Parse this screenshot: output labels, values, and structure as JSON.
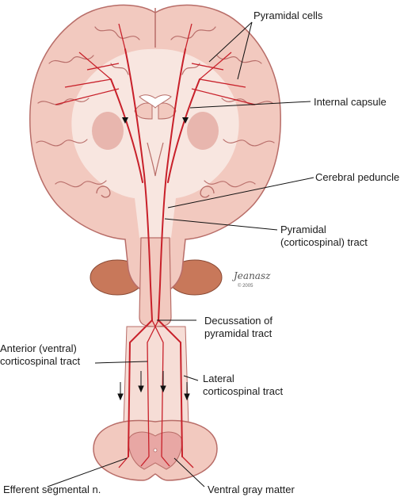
{
  "labels": {
    "pyramidal_cells": "Pyramidal cells",
    "internal_capsule": "Internal capsule",
    "cerebral_peduncle": "Cerebral peduncle",
    "pyramidal_tract_line1": "Pyramidal",
    "pyramidal_tract_line2": "(corticospinal) tract",
    "decussation_line1": "Decussation of",
    "decussation_line2": "pyramidal tract",
    "anterior_line1": "Anterior (ventral)",
    "anterior_line2": "corticospinal tract",
    "lateral_line1": "Lateral",
    "lateral_line2": "corticospinal tract",
    "efferent": "Efferent segmental n.",
    "ventral_gray": "Ventral gray matter"
  },
  "signature": {
    "name": "Jeanasz",
    "year": "© 2005"
  },
  "colors": {
    "brain_fill": "#f2c9bf",
    "brain_outline": "#b86d68",
    "white_matter": "#f8e6e0",
    "tract": "#c8202a",
    "cerebellum_fill": "#c8785a",
    "gray_matter": "#e8a7a4"
  }
}
